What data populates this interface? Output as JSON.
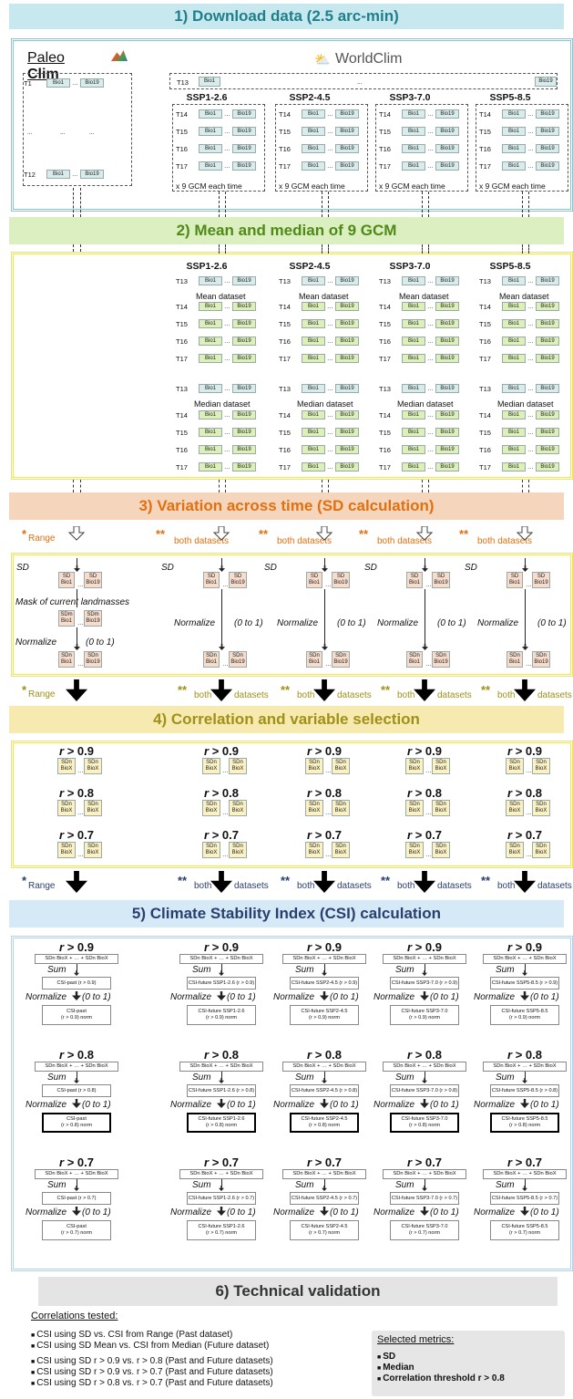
{
  "colors": {
    "blue_banner": "#c8e8ef",
    "green_banner": "#dcefc0",
    "orange_banner": "#f6d5bd",
    "yellow_banner": "#f7eab0",
    "lightblue_banner": "#d5e9f6",
    "gray_banner": "#e4e4e4",
    "bio_cell": "#d8ecec",
    "green_cell": "#dcf0b8",
    "orange_cell": "#f7dccb",
    "yellow_cell": "#fbf2c4",
    "orange_text": "#e07010",
    "olive_text": "#a09018",
    "navy_text": "#2a3f70"
  },
  "section1": {
    "title": "1) Download data (2.5 arc-min)",
    "paleoclim_a": "Paleo",
    "paleoclim_b": "Clim",
    "worldclim": "WorldClim",
    "past_times": [
      "T1",
      "T12"
    ],
    "future_times": [
      "T14",
      "T15",
      "T16",
      "T17"
    ],
    "t13": "T13",
    "bio1": "Bio1",
    "bio19": "Bio19",
    "ellipsis": "…",
    "dots": "...",
    "ssp": [
      "SSP1-2.6",
      "SSP2-4.5",
      "SSP3-7.0",
      "SSP5-8.5"
    ],
    "gcm_note": "x 9 GCM each time"
  },
  "section2": {
    "title": "2) Mean and median of 9 GCM",
    "mean_label": "Mean dataset",
    "median_label": "Median dataset"
  },
  "section3": {
    "title": "3) Variation across time (SD calculation)",
    "range": "Range",
    "both": "both datasets",
    "sd": "SD",
    "mask": "Mask of current landmasses",
    "normalize": "Normalize",
    "range01": "(0 to 1)",
    "sd_bio1": "SD Bio1",
    "sd_bio19": "SD Bio19",
    "sdm_bio1": "SDm Bio1",
    "sdm_bio19": "SDm Bio19",
    "sdn_bio1": "SDn Bio1",
    "sdn_bio19": "SDn Bio19"
  },
  "between34": {
    "range": "Range",
    "both": "both",
    "datasets": "datasets"
  },
  "section4": {
    "title": "4) Correlation and variable selection",
    "thresholds": [
      "0.9",
      "0.8",
      "0.7"
    ],
    "r": "r",
    "gt": " > ",
    "sdn_biox": "SDn BioX"
  },
  "between45": {
    "range": "Range",
    "both": "both",
    "datasets": "datasets"
  },
  "section5": {
    "title": "5) Climate Stability Index (CSI) calculation",
    "sum_formula": "SDn BioX + … + SDn BioX",
    "sum": "Sum",
    "normalize": "Normalize",
    "range01": "(0 to 1)",
    "past_csi": "CSI-past",
    "future_prefix": "CSI-future"
  },
  "section6": {
    "title": "6) Technical validation",
    "correlations_title": "Correlations tested:",
    "correlations": [
      "CSI using SD vs. CSI from Range (Past dataset)",
      "CSI using SD Mean vs. CSI from Median (Future dataset)",
      "CSI using SD r > 0.9 vs. r > 0.8 (Past and Future datasets)",
      "CSI using SD r > 0.9 vs. r > 0.7 (Past and Future datasets)",
      "CSI using SD r > 0.8 vs. r > 0.7 (Past and Future datasets)"
    ],
    "metrics_title": "Selected metrics:",
    "metrics": [
      "SD",
      "Median",
      "Correlation threshold r > 0.8"
    ]
  }
}
